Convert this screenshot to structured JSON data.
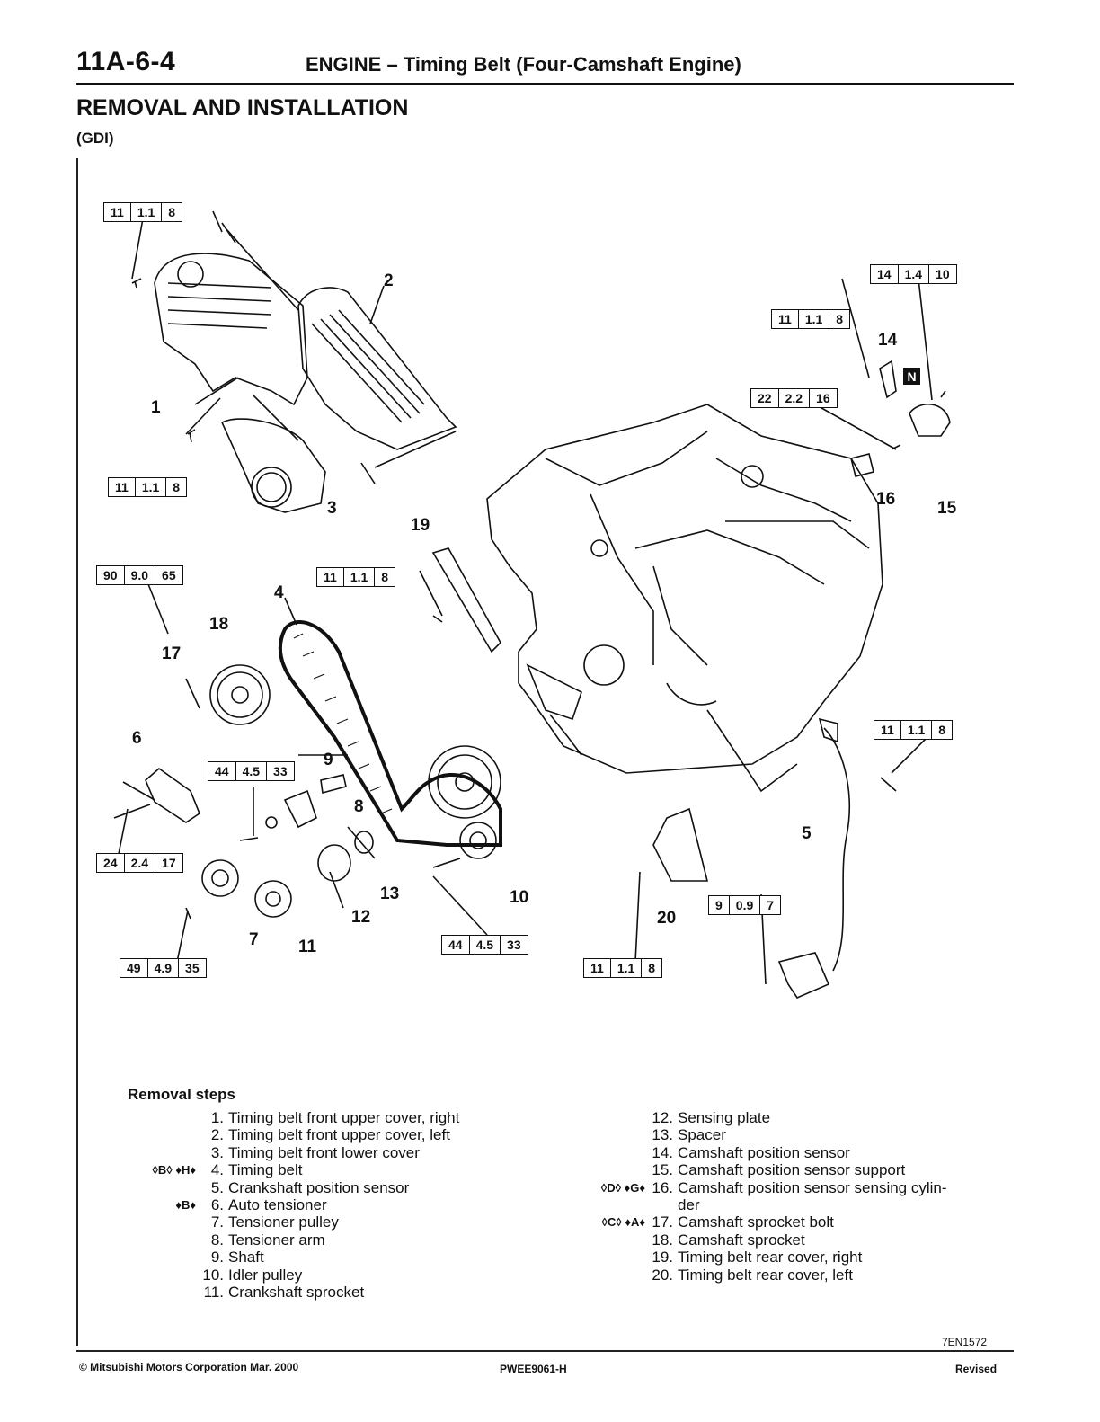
{
  "header": {
    "page_number": "11A-6-4",
    "title": "ENGINE – Timing Belt (Four-Camshaft Engine)"
  },
  "section": {
    "title": "REMOVAL AND INSTALLATION",
    "subtitle": "(GDI)"
  },
  "torque_specs": [
    {
      "id": "t1",
      "nm": "11",
      "kgfm": "1.1",
      "ftlb": "8"
    },
    {
      "id": "t2",
      "nm": "14",
      "kgfm": "1.4",
      "ftlb": "10"
    },
    {
      "id": "t3",
      "nm": "11",
      "kgfm": "1.1",
      "ftlb": "8"
    },
    {
      "id": "t4",
      "nm": "22",
      "kgfm": "2.2",
      "ftlb": "16"
    },
    {
      "id": "t5",
      "nm": "11",
      "kgfm": "1.1",
      "ftlb": "8"
    },
    {
      "id": "t6",
      "nm": "90",
      "kgfm": "9.0",
      "ftlb": "65"
    },
    {
      "id": "t7",
      "nm": "11",
      "kgfm": "1.1",
      "ftlb": "8"
    },
    {
      "id": "t8",
      "nm": "11",
      "kgfm": "1.1",
      "ftlb": "8"
    },
    {
      "id": "t9",
      "nm": "44",
      "kgfm": "4.5",
      "ftlb": "33"
    },
    {
      "id": "t10",
      "nm": "24",
      "kgfm": "2.4",
      "ftlb": "17"
    },
    {
      "id": "t11",
      "nm": "9",
      "kgfm": "0.9",
      "ftlb": "7"
    },
    {
      "id": "t12",
      "nm": "44",
      "kgfm": "4.5",
      "ftlb": "33"
    },
    {
      "id": "t13",
      "nm": "11",
      "kgfm": "1.1",
      "ftlb": "8"
    },
    {
      "id": "t14",
      "nm": "49",
      "kgfm": "4.9",
      "ftlb": "35"
    }
  ],
  "callouts": [
    "1",
    "2",
    "3",
    "4",
    "5",
    "6",
    "7",
    "8",
    "9",
    "10",
    "11",
    "12",
    "13",
    "14",
    "15",
    "16",
    "17",
    "18",
    "19",
    "20"
  ],
  "n_badge": "N",
  "removal": {
    "heading": "Removal steps",
    "left_steps": [
      {
        "marker": "",
        "num": "1.",
        "text": "Timing belt front upper cover, right"
      },
      {
        "marker": "",
        "num": "2.",
        "text": "Timing belt front upper cover, left"
      },
      {
        "marker": "",
        "num": "3.",
        "text": "Timing belt front lower cover"
      },
      {
        "marker": "◊B◊ ♦H♦",
        "num": "4.",
        "text": "Timing belt"
      },
      {
        "marker": "",
        "num": "5.",
        "text": "Crankshaft position sensor"
      },
      {
        "marker": "♦B♦",
        "num": "6.",
        "text": "Auto tensioner"
      },
      {
        "marker": "",
        "num": "7.",
        "text": "Tensioner pulley"
      },
      {
        "marker": "",
        "num": "8.",
        "text": "Tensioner arm"
      },
      {
        "marker": "",
        "num": "9.",
        "text": "Shaft"
      },
      {
        "marker": "",
        "num": "10.",
        "text": "Idler pulley"
      },
      {
        "marker": "",
        "num": "11.",
        "text": "Crankshaft sprocket"
      }
    ],
    "right_steps": [
      {
        "marker": "",
        "num": "12.",
        "text": "Sensing plate"
      },
      {
        "marker": "",
        "num": "13.",
        "text": "Spacer"
      },
      {
        "marker": "",
        "num": "14.",
        "text": "Camshaft position sensor"
      },
      {
        "marker": "",
        "num": "15.",
        "text": "Camshaft position sensor support"
      },
      {
        "marker": "◊D◊ ♦G♦",
        "num": "16.",
        "text": "Camshaft position sensor sensing cylin-"
      },
      {
        "marker": "",
        "num": "",
        "text": "der"
      },
      {
        "marker": "◊C◊ ♦A♦",
        "num": "17.",
        "text": "Camshaft sprocket bolt"
      },
      {
        "marker": "",
        "num": "18.",
        "text": "Camshaft sprocket"
      },
      {
        "marker": "",
        "num": "19.",
        "text": "Timing belt rear cover, right"
      },
      {
        "marker": "",
        "num": "20.",
        "text": "Timing belt rear cover, left"
      }
    ]
  },
  "footer": {
    "figure_code": "7EN1572",
    "copyright": "© Mitsubishi Motors Corporation   Mar. 2000",
    "publication_code": "PWEE9061-H",
    "status": "Revised"
  }
}
